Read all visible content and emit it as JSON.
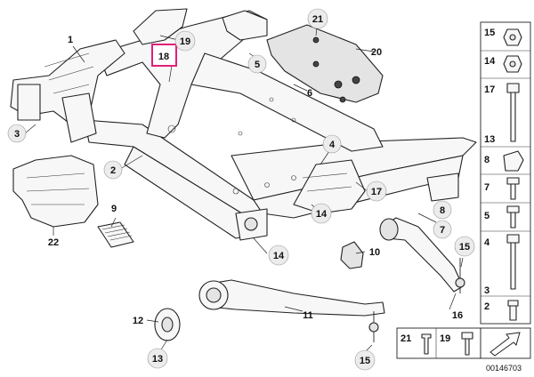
{
  "callouts": [
    {
      "id": "c1",
      "text": "1"
    },
    {
      "id": "c2",
      "text": "2"
    },
    {
      "id": "c3",
      "text": "3"
    },
    {
      "id": "c4",
      "text": "4"
    },
    {
      "id": "c5",
      "text": "5"
    },
    {
      "id": "c6",
      "text": "6"
    },
    {
      "id": "c7",
      "text": "7"
    },
    {
      "id": "c8",
      "text": "8"
    },
    {
      "id": "c9",
      "text": "9"
    },
    {
      "id": "c10",
      "text": "10"
    },
    {
      "id": "c11",
      "text": "11"
    },
    {
      "id": "c12",
      "text": "12"
    },
    {
      "id": "c13",
      "text": "13"
    },
    {
      "id": "c14a",
      "text": "14"
    },
    {
      "id": "c14b",
      "text": "14"
    },
    {
      "id": "c15a",
      "text": "15"
    },
    {
      "id": "c15b",
      "text": "15"
    },
    {
      "id": "c16",
      "text": "16"
    },
    {
      "id": "c17",
      "text": "17"
    },
    {
      "id": "c18",
      "text": "18"
    },
    {
      "id": "c19",
      "text": "19"
    },
    {
      "id": "c20",
      "text": "20"
    },
    {
      "id": "c21",
      "text": "21"
    },
    {
      "id": "c22",
      "text": "22"
    }
  ],
  "side_panel": [
    "15",
    "14",
    "17",
    "13",
    "8",
    "7",
    "5",
    "4",
    "3",
    "2"
  ],
  "bottom_panel": [
    "21",
    "19"
  ],
  "highlight_color": "#e0207a",
  "diagram_number": "00146703"
}
